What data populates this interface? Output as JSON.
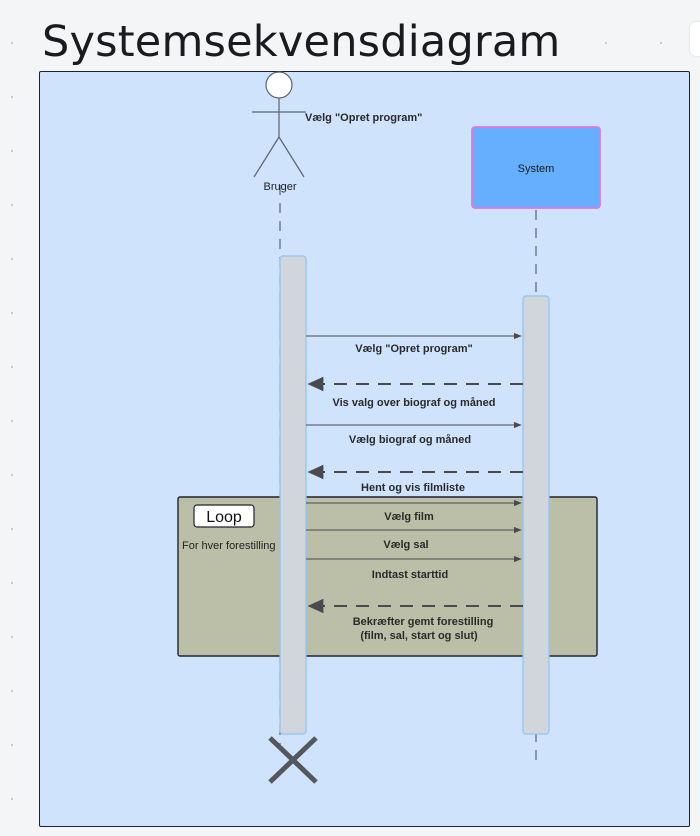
{
  "title": "Systemsekvensdiagram",
  "actor": {
    "name": "Bruger",
    "note": "Vælg \"Opret program\""
  },
  "system": {
    "label": "System"
  },
  "messages": [
    {
      "label": "Vælg \"Opret program\"",
      "kind": "call"
    },
    {
      "label": "Vis valg over biograf og måned",
      "kind": "return"
    },
    {
      "label": "Vælg biograf og måned",
      "kind": "call"
    },
    {
      "label": "Hent og vis filmliste",
      "kind": "return"
    }
  ],
  "loop": {
    "tag": "Loop",
    "guard": "For hver forestilling",
    "messages": [
      {
        "label": "Vælg film",
        "kind": "call"
      },
      {
        "label": "Vælg sal",
        "kind": "call"
      },
      {
        "label": "Indtast starttid",
        "kind": "call"
      },
      {
        "label": "Bekræfter gemt forestilling",
        "label2": "(film, sal, start og slut)",
        "kind": "return"
      }
    ]
  },
  "colors": {
    "frame_bg": "#cfe3fd",
    "system_box": "#66aefe",
    "system_border": "#e07ad8",
    "activation": "#d1d5dc",
    "loop_bg": "#bcbfa8",
    "arrow": "#4a4a4e"
  },
  "icons": {
    "actor": "stick-figure-icon",
    "destroy": "x-destroy-icon"
  }
}
